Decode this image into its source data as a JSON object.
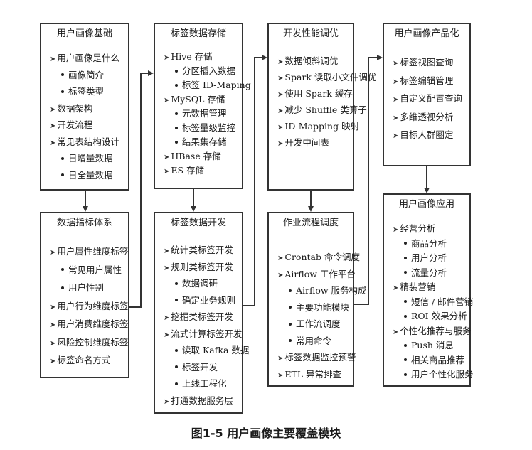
{
  "boxes": [
    {
      "title": "用户画像基础",
      "items": [
        {
          "text": "用户画像是什么",
          "level": 1
        },
        {
          "text": "画像简介",
          "level": 2
        },
        {
          "text": "标签类型",
          "level": 2
        },
        {
          "text": "数据架构",
          "level": 1
        },
        {
          "text": "开发流程",
          "level": 1
        },
        {
          "text": "常见表结构设计",
          "level": 1
        },
        {
          "text": "日增量数据",
          "level": 2
        },
        {
          "text": "日全量数据",
          "level": 2
        }
      ]
    },
    {
      "title": "数据指标体系",
      "items": [
        {
          "text": "用户属性维度标签",
          "level": 1
        },
        {
          "text": "常见用户属性",
          "level": 2
        },
        {
          "text": "用户性别",
          "level": 2
        },
        {
          "text": "用户行为维度标签",
          "level": 1
        },
        {
          "text": "用户消费维度标签",
          "level": 1
        },
        {
          "text": "风险控制维度标签",
          "level": 1
        },
        {
          "text": "标签命名方式",
          "level": 1
        }
      ]
    },
    {
      "title": "标签数据存储",
      "items": [
        {
          "text": "Hive 存储",
          "level": 1
        },
        {
          "text": "分区插入数据",
          "level": 2
        },
        {
          "text": "标签 ID-Maping",
          "level": 2
        },
        {
          "text": "MySQL 存储",
          "level": 1
        },
        {
          "text": "元数据管理",
          "level": 2
        },
        {
          "text": "标签量级监控",
          "level": 2
        },
        {
          "text": "结果集存储",
          "level": 2
        },
        {
          "text": "HBase 存储",
          "level": 1
        },
        {
          "text": "ES 存储",
          "level": 1
        }
      ]
    },
    {
      "title": "标签数据开发",
      "items": [
        {
          "text": "统计类标签开发",
          "level": 1
        },
        {
          "text": "规则类标签开发",
          "level": 1
        },
        {
          "text": "数据调研",
          "level": 2
        },
        {
          "text": "确定业务规则",
          "level": 2
        },
        {
          "text": "挖掘类标签开发",
          "level": 1
        },
        {
          "text": "流式计算标签开发",
          "level": 1
        },
        {
          "text": "读取 Kafka 数据",
          "level": 2
        },
        {
          "text": "标签开发",
          "level": 2
        },
        {
          "text": "上线工程化",
          "level": 2
        },
        {
          "text": "打通数据服务层",
          "level": 1
        }
      ]
    },
    {
      "title": "开发性能调优",
      "items": [
        {
          "text": "数据倾斜调优",
          "level": 1
        },
        {
          "text": "Spark 读取小文件调优",
          "level": 1
        },
        {
          "text": "使用 Spark 缓存",
          "level": 1
        },
        {
          "text": "减少 Shuffle 类算子",
          "level": 1
        },
        {
          "text": "ID-Mapping 映射",
          "level": 1
        },
        {
          "text": "开发中间表",
          "level": 1
        }
      ]
    },
    {
      "title": "作业流程调度",
      "items": [
        {
          "text": "Crontab 命令调度",
          "level": 1
        },
        {
          "text": "Airflow 工作平台",
          "level": 1
        },
        {
          "text": "Airflow 服务构成",
          "level": 2
        },
        {
          "text": "主要功能模块",
          "level": 2
        },
        {
          "text": "工作流调度",
          "level": 2
        },
        {
          "text": "常用命令",
          "level": 2
        },
        {
          "text": "标签数据监控预警",
          "level": 1
        },
        {
          "text": "ETL 异常排查",
          "level": 1
        }
      ]
    },
    {
      "title": "用户画像产品化",
      "items": [
        {
          "text": "标签视图查询",
          "level": 1
        },
        {
          "text": "标签编辑管理",
          "level": 1
        },
        {
          "text": "自定义配置查询",
          "level": 1
        },
        {
          "text": "多维透视分析",
          "level": 1
        },
        {
          "text": "目标人群圈定",
          "level": 1
        }
      ]
    },
    {
      "title": "用户画像应用",
      "items": [
        {
          "text": "经营分析",
          "level": 1
        },
        {
          "text": "商品分析",
          "level": 2
        },
        {
          "text": "用户分析",
          "level": 2
        },
        {
          "text": "流量分析",
          "level": 2
        },
        {
          "text": "精装营销",
          "level": 1
        },
        {
          "text": "短信 / 邮件营销",
          "level": 2
        },
        {
          "text": "ROI 效果分析",
          "level": 2
        },
        {
          "text": "个性化推荐与服务",
          "level": 1
        },
        {
          "text": "Push 消息",
          "level": 2
        },
        {
          "text": "相关商品推荐",
          "level": 2
        },
        {
          "text": "用户个性化服务",
          "level": 2
        }
      ]
    }
  ],
  "caption": "图1-5    用户画像主要覆盖模块"
}
